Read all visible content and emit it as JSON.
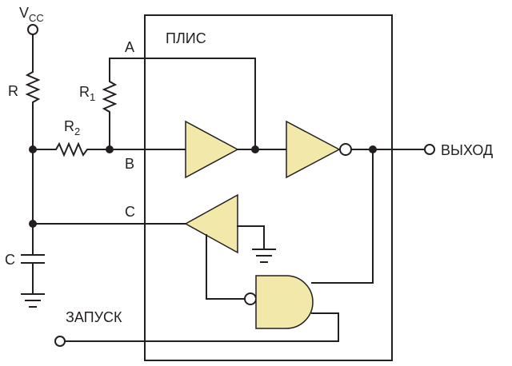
{
  "diagram": {
    "labels": {
      "vcc": "V",
      "vcc_sub": "CC",
      "fpga": "ПЛИС",
      "node_a": "A",
      "node_b": "B",
      "node_c": "C",
      "r": "R",
      "r1": "R",
      "r1_sub": "1",
      "r2": "R",
      "r2_sub": "2",
      "cap": "C",
      "output": "ВЫХОД",
      "trigger": "ЗАПУСК"
    },
    "colors": {
      "wire": "#231f20",
      "gate_fill": "#f2e8a9",
      "background": "#ffffff"
    }
  }
}
